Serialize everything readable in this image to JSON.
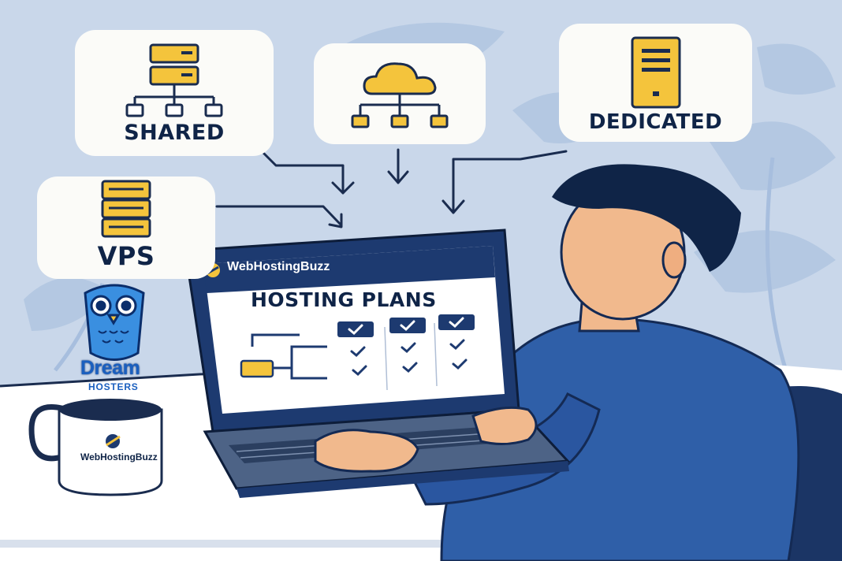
{
  "cards": {
    "shared": "SHARED",
    "dedicated": "DEDICATED",
    "vps": "VPS"
  },
  "laptop": {
    "brand": "WebHostingBuzz",
    "title": "HOSTING PLANS"
  },
  "mug": {
    "brand": "WebHostingBuzz"
  },
  "logo": {
    "line1": "Dream",
    "line2": "HOSTERS"
  },
  "colors": {
    "background": "#c9d7ea",
    "navy": "#1d3a70",
    "accent_yellow": "#f4c43c",
    "shirt_blue": "#2f5fa8",
    "hair": "#0f2447"
  },
  "icons": [
    "server-stack-icon",
    "cloud-icon",
    "tower-server-icon",
    "checkmark-icon",
    "owl-logo-icon",
    "mug-icon"
  ]
}
